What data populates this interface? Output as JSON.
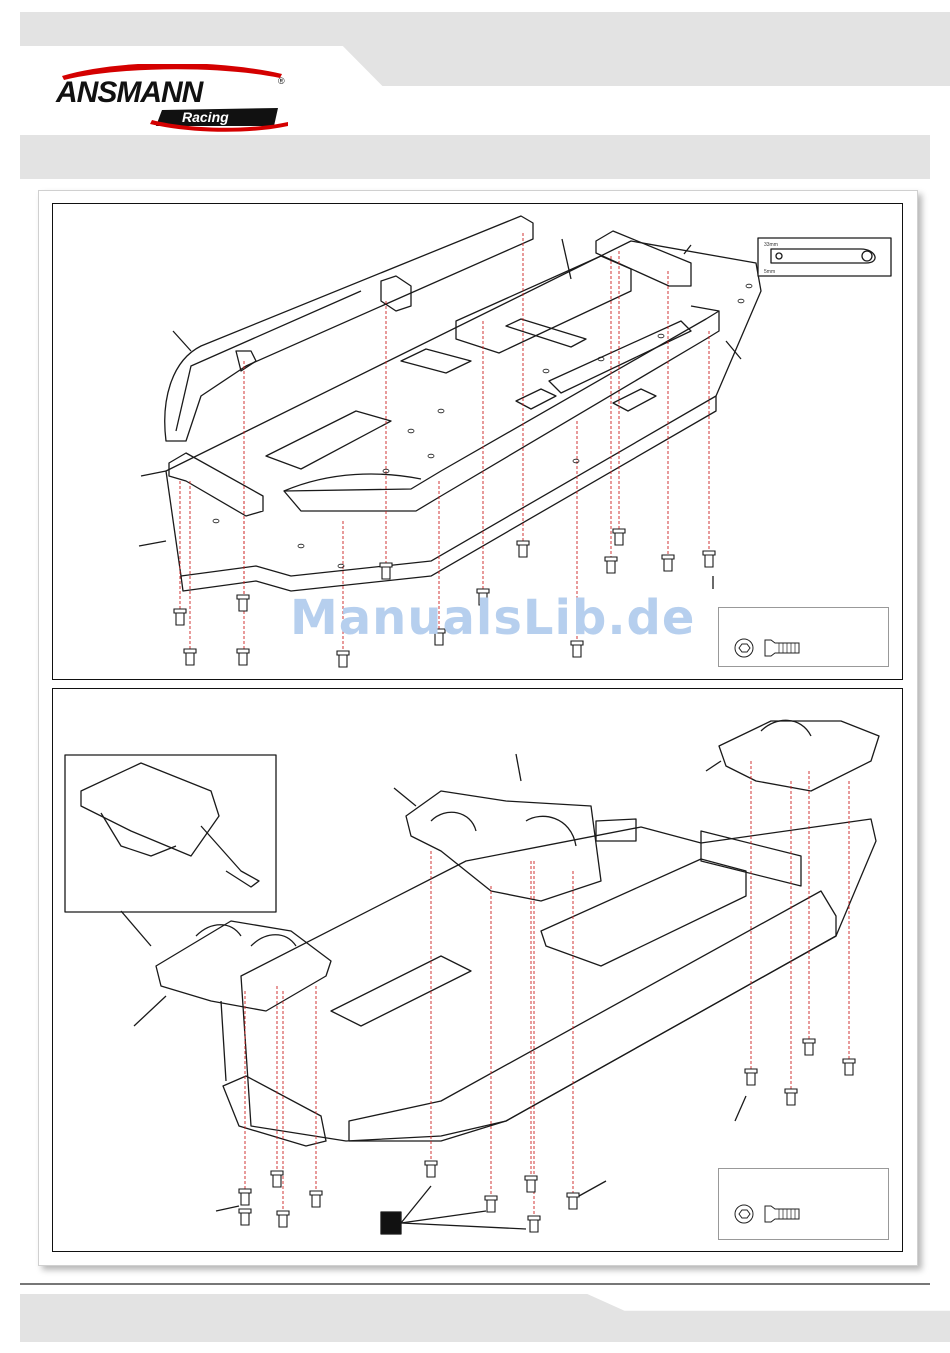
{
  "brand": {
    "name": "ANSMANN",
    "registered": "®",
    "sub": "Racing"
  },
  "watermark": "ManualsLib.de",
  "inset_labels": {
    "top": "33mm",
    "bottom": "5mm"
  },
  "colors": {
    "band_gray": "#e3e3e3",
    "guide_red": "#cc2222",
    "brand_red": "#d40000",
    "line": "#1a1a1a"
  }
}
